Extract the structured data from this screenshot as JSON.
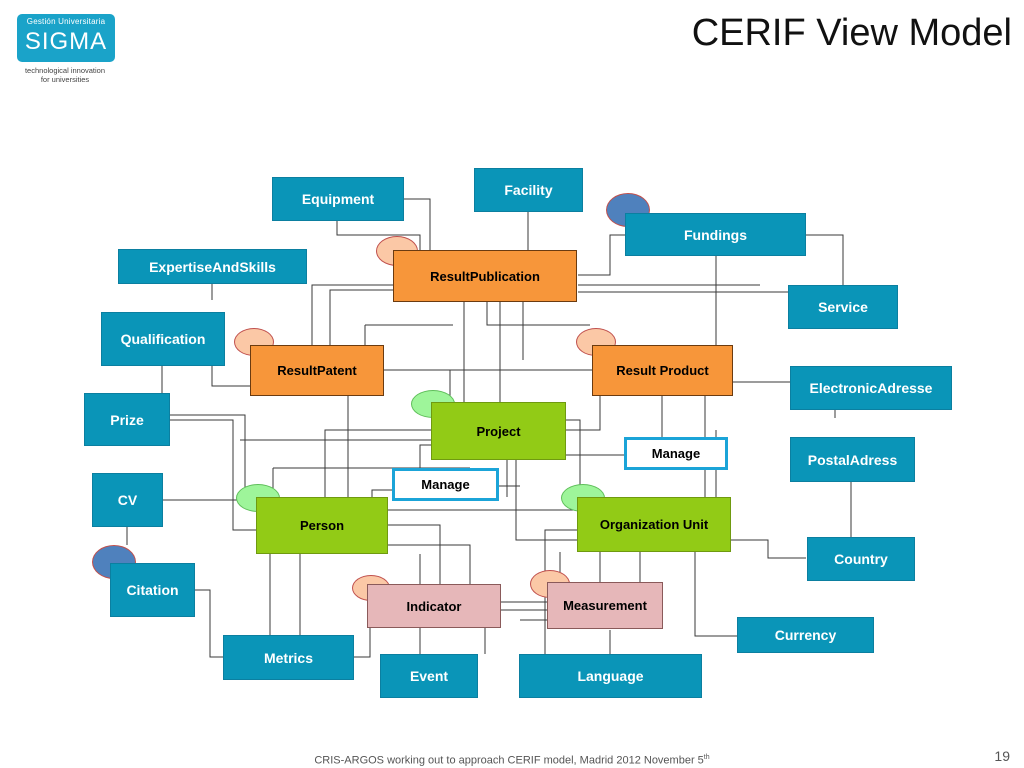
{
  "header": {
    "logo_small": "Gestión Universitaria",
    "logo_big": "SIGMA",
    "logo_tagline_1": "technological innovation",
    "logo_tagline_2": "for universities",
    "title": "CERIF View Model"
  },
  "entities": {
    "facility": "Facility",
    "equipment": "Equipment",
    "fundings": "Fundings",
    "expertise": "ExpertiseAndSkills",
    "result_publication": "ResultPublication",
    "service": "Service",
    "qualification": "Qualification",
    "result_patent": "ResultPatent",
    "result_product": "Result Product",
    "electronic_address": "ElectronicAdresse",
    "prize": "Prize",
    "project": "Project",
    "manage_1": "Manage",
    "manage_2": "Manage",
    "postal_address": "PostalAdress",
    "cv": "CV",
    "person": "Person",
    "organization_unit": "Organization Unit",
    "country": "Country",
    "citation": "Citation",
    "indicator": "Indicator",
    "measurement": "Measurement",
    "currency": "Currency",
    "metrics": "Metrics",
    "event": "Event",
    "language": "Language"
  },
  "colors": {
    "base_entity": "#0a95b8",
    "result_entity": "#f7963a",
    "core_entity": "#92cb16",
    "measure_entity": "#e6b7b9",
    "manage_border": "#1ba4d8"
  },
  "footer": {
    "text": "CRIS-ARGOS working out to approach CERIF model, Madrid 2012 November 5",
    "sup": "th",
    "page_number": "19"
  }
}
